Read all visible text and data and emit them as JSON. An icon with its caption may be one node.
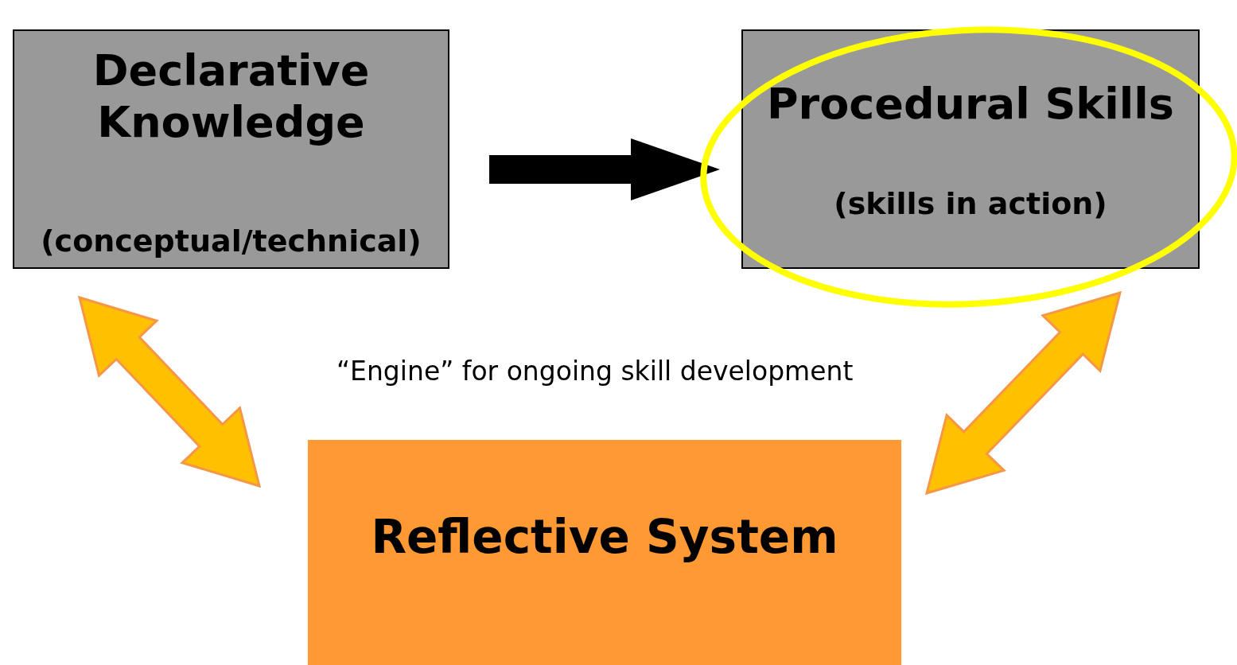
{
  "diagram": {
    "nodes": [
      {
        "text": [
          "Declarative Knowledge",
          "(conceptual/technical)"
        ]
      },
      {
        "text": [
          "Procedural Skills",
          "(skills in action)"
        ]
      },
      {
        "text": [
          "Reflective System"
        ]
      }
    ],
    "edges": [
      {
        "from": 0,
        "to": 1,
        "arrow": "to",
        "style": "thick",
        "color": "#000000"
      },
      {
        "from": 0,
        "to": 2,
        "arrow": "both",
        "style": "thick"
      },
      {
        "from": 1,
        "to": 2,
        "arrow": "both",
        "style": "thick"
      }
    ],
    "labels": [
      "“Engine” for ongoing skill development"
    ]
  }
}
